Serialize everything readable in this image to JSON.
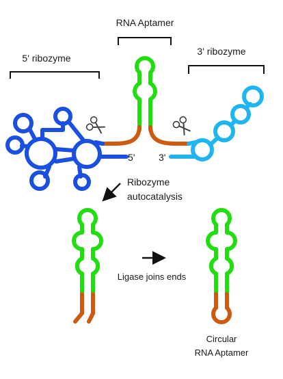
{
  "labels": {
    "rna_aptamer": "RNA Aptamer",
    "ribozyme_5": "5' ribozyme",
    "ribozyme_3": "3' ribozyme",
    "end_5": "5'",
    "end_3": "3'",
    "autocatalysis_line1": "Ribozyme",
    "autocatalysis_line2": "autocatalysis",
    "ligase": "Ligase joins ends",
    "circular_line1": "Circular",
    "circular_line2": "RNA Aptamer"
  },
  "colors": {
    "aptamer": "#22dd11",
    "linker": "#cc5a10",
    "ribozyme_5": "#1a4fe0",
    "ribozyme_3": "#20b4f0",
    "bracket": "#111111",
    "arrow": "#111111"
  },
  "icons": [
    "scissors-icon",
    "scissors-icon"
  ]
}
